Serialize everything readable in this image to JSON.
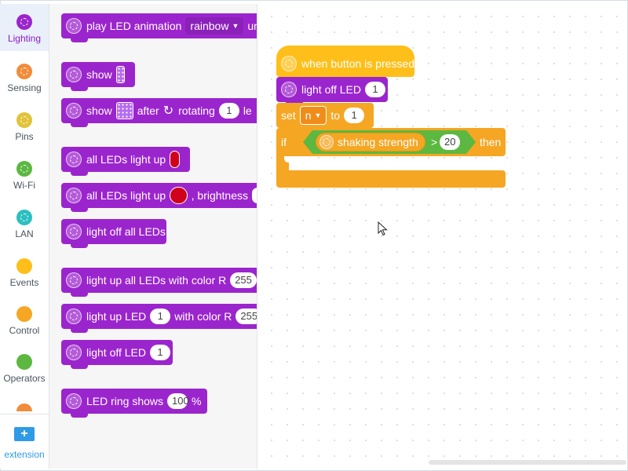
{
  "categories": [
    {
      "label": "Lighting",
      "color": "#9b25cd",
      "icon": "gear-icon",
      "active": true
    },
    {
      "label": "Sensing",
      "color": "#f08c3a",
      "icon": "gear-icon"
    },
    {
      "label": "Pins",
      "color": "#e2c23a",
      "icon": "gear-icon"
    },
    {
      "label": "Wi-Fi",
      "color": "#5cb840",
      "icon": "gear-icon"
    },
    {
      "label": "LAN",
      "color": "#2bbfbf",
      "icon": "gear-icon"
    },
    {
      "label": "Events",
      "color": "#ffbf1a",
      "icon": "circle-icon"
    },
    {
      "label": "Control",
      "color": "#f5a623",
      "icon": "circle-icon"
    },
    {
      "label": "Operators",
      "color": "#5cb840",
      "icon": "circle-icon"
    }
  ],
  "extension": {
    "label": "extension",
    "icon": "plus-icon"
  },
  "palette": {
    "play_anim": {
      "text": "play LED animation",
      "dropdown": "rainbow",
      "trail": "un"
    },
    "show": {
      "text": "show"
    },
    "show_rotate": {
      "text1": "show",
      "text2": "after",
      "text3": "rotating",
      "value": "1",
      "trail": "le"
    },
    "all_light_up": {
      "text": "all LEDs light up"
    },
    "all_light_up_bright": {
      "text": "all LEDs light up",
      "text2": ", brightness"
    },
    "light_off_all": {
      "text": "light off all LEDs"
    },
    "light_up_all_rgb": {
      "text": "light up all LEDs with color R",
      "value": "255"
    },
    "light_up_led": {
      "text": "light up LED",
      "value": "1",
      "text2": "with color R",
      "value2": "255"
    },
    "light_off_led": {
      "text": "light off LED",
      "value": "1"
    },
    "ring_shows": {
      "text": "LED ring shows",
      "value": "100",
      "suffix": "%"
    }
  },
  "script": {
    "hat": {
      "text": "when button is pressed"
    },
    "light_off": {
      "text": "light off LED",
      "value": "1"
    },
    "set_var": {
      "text": "set",
      "variable": "n",
      "text2": "to",
      "value": "1"
    },
    "if_block": {
      "if_label": "if",
      "sensor": "shaking strength",
      "operator": ">",
      "value": "20",
      "then_label": "then"
    }
  },
  "colors": {
    "lighting": "#9b25cd",
    "control": "#f5a623",
    "events": "#ffbf1a",
    "operators": "#5cb840"
  }
}
